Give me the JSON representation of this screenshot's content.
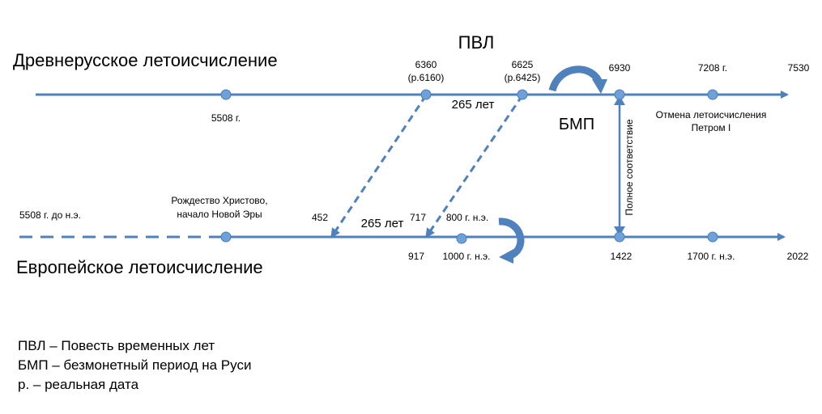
{
  "top_line": {
    "title": "Древнерусское летоисчисление",
    "label_pvl": "ПВЛ",
    "points": [
      {
        "label": "5508 г."
      },
      {
        "label_1": "6360",
        "label_2": "(р.6160)"
      },
      {
        "label_1": "6625",
        "label_2": "(р.6425)"
      },
      {
        "label": "6930"
      },
      {
        "label": "7208 г."
      },
      {
        "label": "7530"
      }
    ],
    "gap_label": "265 лет",
    "bmp_label": "БМП",
    "cancel_label_1": "Отмена летоисчисления",
    "cancel_label_2": "Петром I"
  },
  "bottom_line": {
    "title": "Европейское летоисчисление",
    "start_label": "5508 г. до н.э.",
    "nativity_label_1": "Рождество Христово,",
    "nativity_label_2": "начало Новой Эры",
    "labels": {
      "y452": "452",
      "y717": "717",
      "y917": "917",
      "y800": "800 г. н.э.",
      "y1000": "1000 г. н.э.",
      "y1422": "1422",
      "y1700": "1700 г. н.э.",
      "y2022": "2022"
    },
    "gap_label": "265 лет"
  },
  "connector_label": "Полное соответствие",
  "legend": [
    "ПВЛ – Повесть временных лет",
    "БМП – безмонетный период на Руси",
    "р. – реальная дата"
  ],
  "colors": {
    "line": "#4f81bd",
    "point": "#6fa0d8",
    "point_stroke": "#4a7ebb"
  }
}
